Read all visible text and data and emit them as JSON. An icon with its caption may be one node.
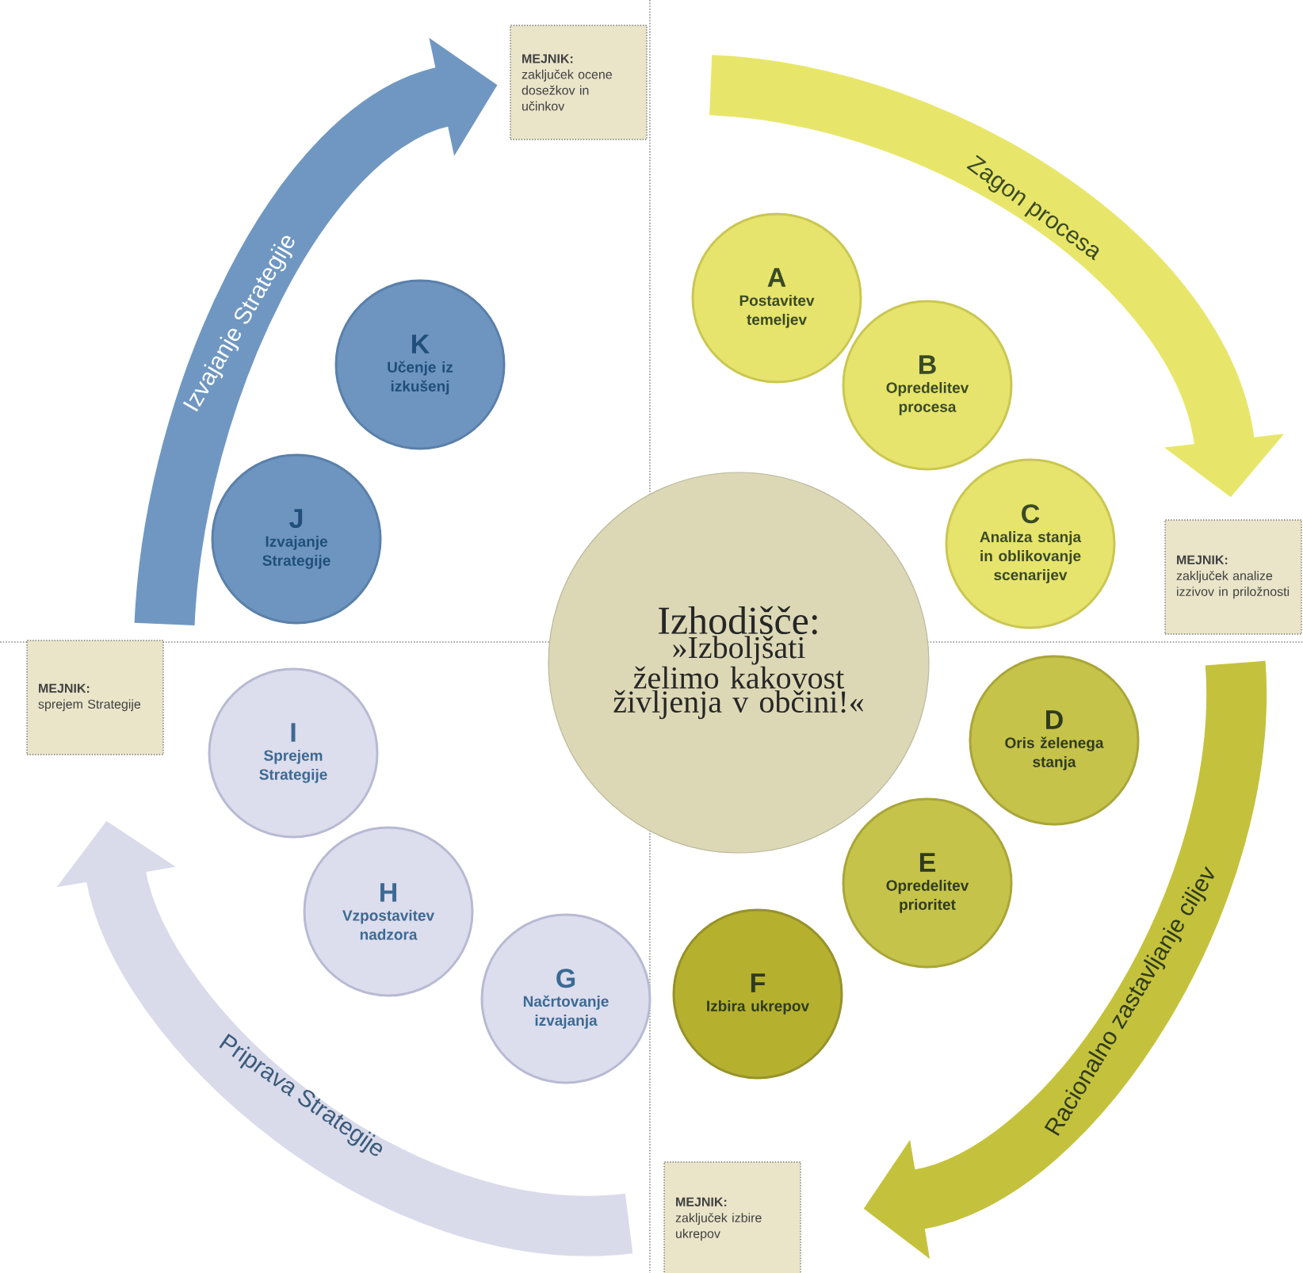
{
  "diagram": {
    "nodes": [
      {
        "text": [
          "Izhodišče:",
          "»Izboljšati želimo kakovost življenja v občini!«"
        ]
      },
      {
        "text": [
          "A",
          "Postavitev temeljev"
        ]
      },
      {
        "text": [
          "B",
          "Opredelitev procesa"
        ]
      },
      {
        "text": [
          "C",
          "Analiza stanja in oblikovanje scenarijev"
        ]
      },
      {
        "text": [
          "D",
          "Oris želenega stanja"
        ]
      },
      {
        "text": [
          "E",
          "Opredelitev prioritet"
        ]
      },
      {
        "text": [
          "F",
          "Izbira ukrepov"
        ]
      },
      {
        "text": [
          "G",
          "Načrtovanje izvajanja"
        ]
      },
      {
        "text": [
          "H",
          "Vzpostavitev nadzora"
        ]
      },
      {
        "text": [
          "I",
          "Sprejem Strategije"
        ]
      },
      {
        "text": [
          "J",
          "Izvajanje Strategije"
        ]
      },
      {
        "text": [
          "K",
          "Učenje iz izkušenj"
        ]
      },
      {
        "text": [
          "MEJNIK:",
          "zaključek ocene dosežkov in učinkov"
        ]
      },
      {
        "text": [
          "MEJNIK:",
          "zaključek analize izzivov in priložnosti"
        ]
      },
      {
        "text": [
          "MEJNIK:",
          "zaključek izbire ukrepov"
        ]
      },
      {
        "text": [
          "MEJNIK:",
          "sprejem Strategije"
        ]
      }
    ],
    "edges": [
      {
        "from": 12,
        "to": 13,
        "arrow": "to",
        "label": "Zagon procesa",
        "color": "#e8e66a"
      },
      {
        "from": 13,
        "to": 14,
        "arrow": "to",
        "label": "Racionalno zastavljanje ciljev",
        "color": "#c4c23c"
      },
      {
        "from": 14,
        "to": 15,
        "arrow": "to",
        "label": "Priprava Strategije",
        "color": "#d9dbeb"
      },
      {
        "from": 15,
        "to": 12,
        "arrow": "to",
        "label": "Izvajanje Strategije",
        "color": "#6f97c1"
      }
    ]
  }
}
